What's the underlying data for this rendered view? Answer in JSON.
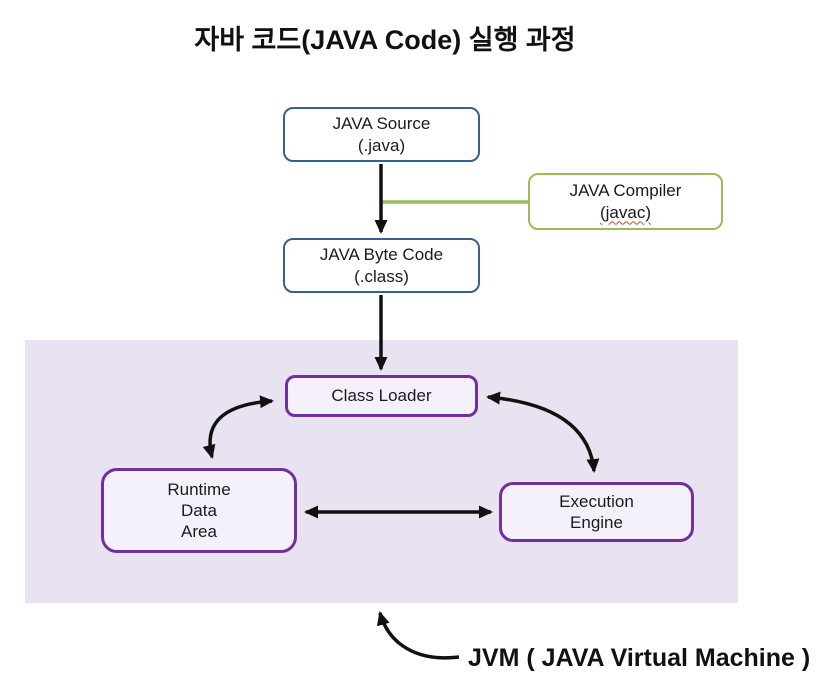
{
  "title": "자바 코드(JAVA Code) 실행 과정",
  "boxes": {
    "java_source": {
      "lines": [
        "JAVA Source",
        "(.java)"
      ]
    },
    "java_compiler": {
      "lines": [
        "JAVA Compiler",
        "(javac)"
      ]
    },
    "java_byte_code": {
      "lines": [
        "JAVA Byte Code",
        "(.class)"
      ]
    },
    "class_loader": {
      "label": "Class Loader"
    },
    "runtime_data_area": {
      "lines": [
        "Runtime",
        "Data",
        "Area"
      ]
    },
    "execution_engine": {
      "lines": [
        "Execution",
        "Engine"
      ]
    }
  },
  "jvm_label": "JVM ( JAVA Virtual Machine )",
  "colors": {
    "blue-border": "#35618C",
    "green": "#9BBB59",
    "purple": "#7030A0",
    "jvm-bg": "#E9E2F1",
    "box-fill": "#F5F1FA",
    "arrow": "#111111"
  }
}
